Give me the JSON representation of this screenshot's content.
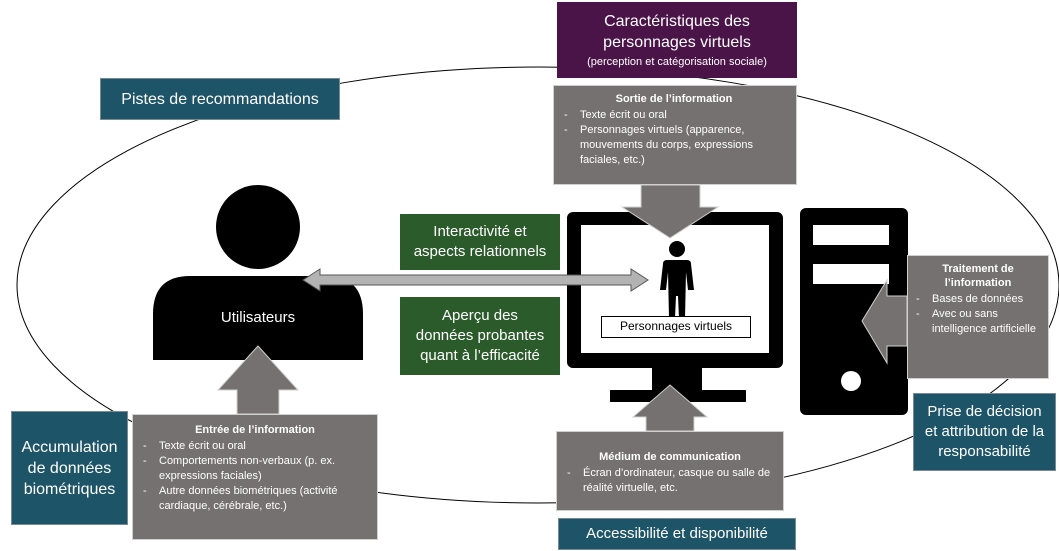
{
  "top_box": {
    "line1": "Caractéristiques des",
    "line2": "personnages virtuels",
    "line3": "(perception et catégorisation sociale)"
  },
  "pistes": "Pistes de recommandations",
  "sortie": {
    "title": "Sortie de l’information",
    "items": [
      "Texte écrit ou oral",
      "Personnages virtuels (apparence, mouvements du corps, expressions faciales, etc.)"
    ]
  },
  "interactivite": {
    "line1": "Interactivité et",
    "line2": "aspects relationnels"
  },
  "apercu": {
    "line1": "Aperçu des",
    "line2": "données probantes",
    "line3": "quant à l’efficacité"
  },
  "utilisateurs": "Utilisateurs",
  "personnages_label": "Personnages virtuels",
  "traitement": {
    "title_line1": "Traitement de",
    "title_line2": "l’information",
    "items": [
      "Bases de données",
      "Avec ou sans intelligence artificielle"
    ]
  },
  "prise": {
    "line1": "Prise de décision",
    "line2": "et attribution de la",
    "line3": "responsabilité"
  },
  "accumulation": {
    "line1": "Accumulation",
    "line2": "de données",
    "line3": "biométriques"
  },
  "entree": {
    "title": "Entrée de l’information",
    "items": [
      "Texte écrit ou oral",
      "Comportements non-verbaux (p. ex. expressions faciales)",
      "Autre données biométriques (activité cardiaque, cérébrale, etc.)"
    ]
  },
  "medium": {
    "title": "Médium de communication",
    "items": [
      "Écran d’ordinateur, casque ou salle de réalité virtuelle, etc."
    ]
  },
  "accessibilite": "Accessibilité et disponibilité",
  "colors": {
    "teal": "#1d5468",
    "purple": "#4a1448",
    "green": "#2b5a2b",
    "grey": "#767171",
    "black": "#000000"
  }
}
